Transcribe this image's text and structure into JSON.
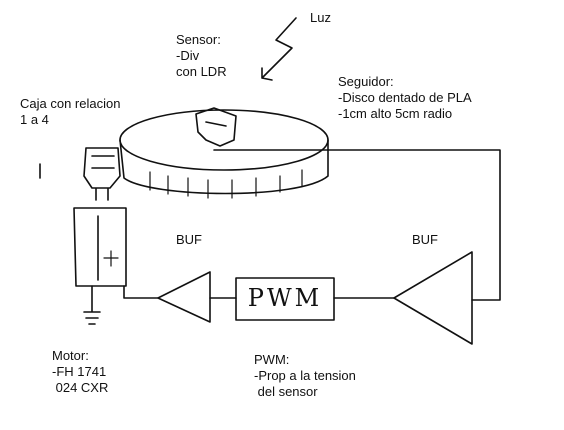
{
  "labels": {
    "luz": "Luz",
    "sensor": [
      "Sensor:",
      "-Div",
      "con LDR"
    ],
    "seguidor": [
      "Seguidor:",
      "-Disco dentado de PLA",
      "-1cm alto 5cm radio"
    ],
    "caja": [
      "Caja con relacion",
      "1 a 4"
    ],
    "buf_left": "BUF",
    "buf_right": "BUF",
    "pwm_block": "PWM",
    "motor": [
      "Motor:",
      "-FH 1741",
      " 024 CXR"
    ],
    "pwm_note": [
      "PWM:",
      "-Prop a la tension",
      " del sensor"
    ]
  }
}
